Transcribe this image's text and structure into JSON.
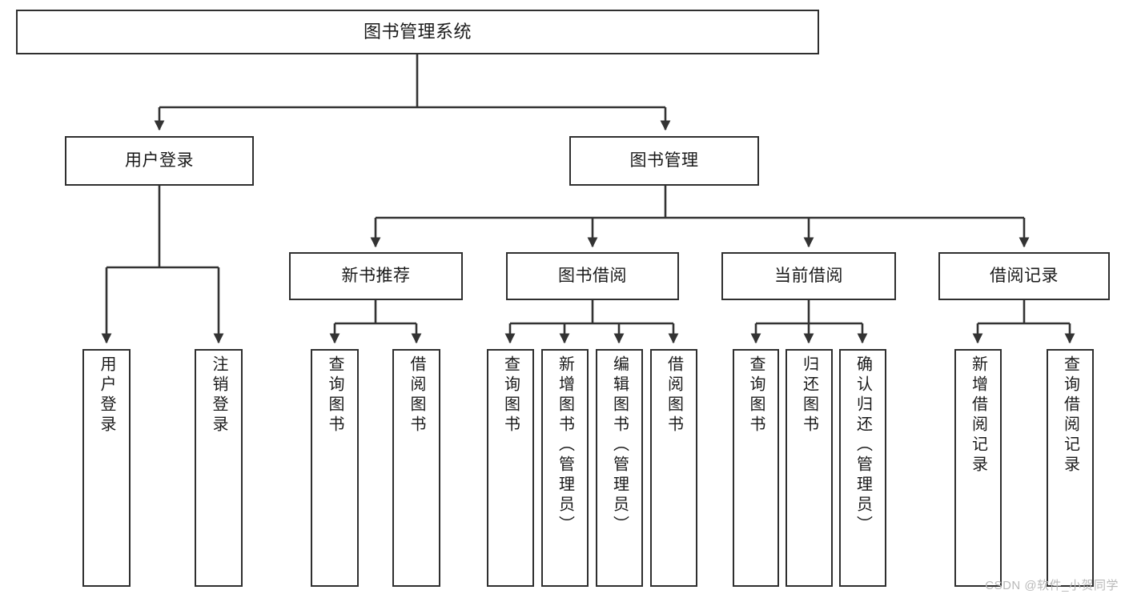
{
  "diagram": {
    "title": "图书管理系统",
    "watermark": "CSDN @软件_小贺同学",
    "colors": {
      "box_border": "#2f2f2f",
      "box_fill": "#ffffff",
      "connector": "#333333",
      "text": "#1a1a1a",
      "watermark": "#b9b9b9"
    },
    "root": {
      "label": "图书管理系统"
    },
    "level2": [
      {
        "label": "用户登录"
      },
      {
        "label": "图书管理"
      }
    ],
    "level3": [
      {
        "label": "新书推荐"
      },
      {
        "label": "图书借阅"
      },
      {
        "label": "当前借阅"
      },
      {
        "label": "借阅记录"
      }
    ],
    "leaves": {
      "user_login": [
        {
          "label": "用户登录"
        },
        {
          "label": "注销登录"
        }
      ],
      "new_book": [
        {
          "label": "查询图书"
        },
        {
          "label": "借阅图书"
        }
      ],
      "book_borrow": [
        {
          "label": "查询图书"
        },
        {
          "label": "新增图书（管理员）"
        },
        {
          "label": "编辑图书（管理员）"
        },
        {
          "label": "借阅图书"
        }
      ],
      "current_borrow": [
        {
          "label": "查询图书"
        },
        {
          "label": "归还图书"
        },
        {
          "label": "确认归还（管理员）"
        }
      ],
      "borrow_record": [
        {
          "label": "新增借阅记录"
        },
        {
          "label": "查询借阅记录"
        }
      ]
    }
  }
}
